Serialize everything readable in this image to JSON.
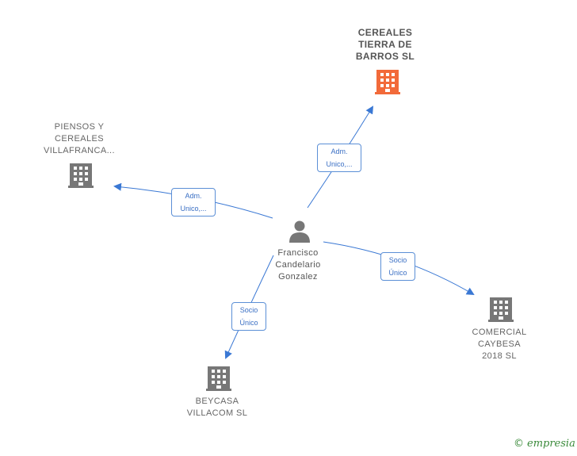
{
  "nodes": {
    "center": {
      "label": "Francisco\nCandelario\nGonzalez",
      "icon": "person-icon"
    },
    "cereales_tierra": {
      "label": "CEREALES\nTIERRA DE\nBARROS SL",
      "icon": "building-icon",
      "color": "#f26a3a"
    },
    "piensos": {
      "label": "PIENSOS Y\nCEREALES\nVILLAFRANCA...",
      "icon": "building-icon",
      "color": "#777777"
    },
    "comercial": {
      "label": "COMERCIAL\nCAYBESA\n2018 SL",
      "icon": "building-icon",
      "color": "#777777"
    },
    "beycasa": {
      "label": "BEYCASA\nVILLACOM SL",
      "icon": "building-icon",
      "color": "#777777"
    }
  },
  "edges": {
    "to_cereales": "Adm.\nUnico,...",
    "to_piensos": "Adm.\nUnico,...",
    "to_comercial": "Socio\nÚnico",
    "to_beycasa": "Socio\nÚnico"
  },
  "colors": {
    "edge": "#3a78d4",
    "main_company": "#f26a3a",
    "company": "#777777",
    "person": "#777777"
  },
  "brand": {
    "copyright": "©",
    "name": "empresia"
  }
}
